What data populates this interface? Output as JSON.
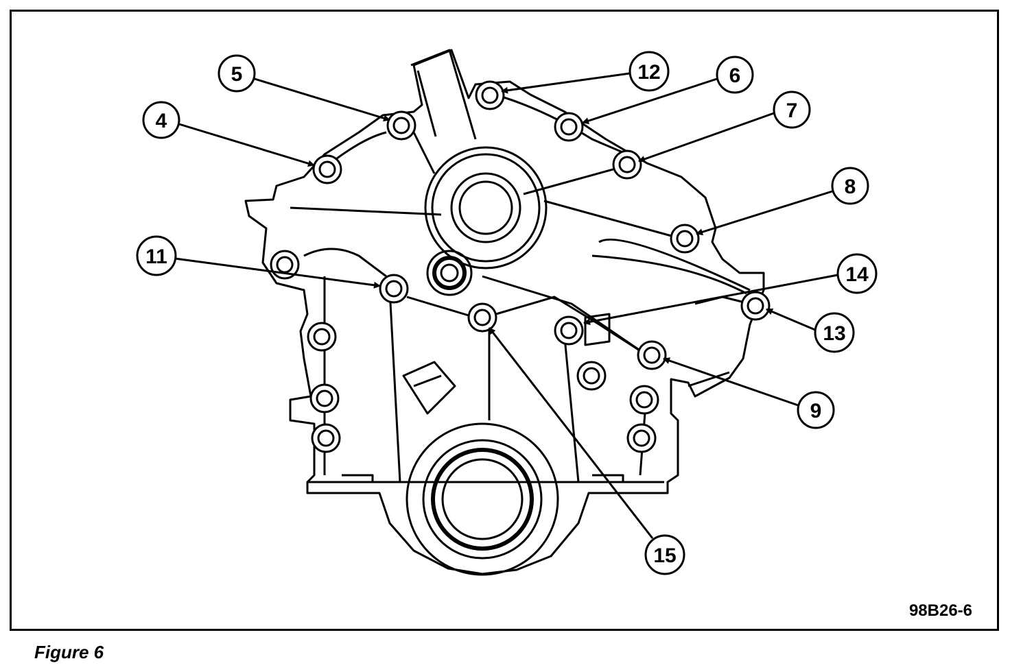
{
  "figure": {
    "caption": "Figure 6",
    "drawing_id": "98B26-6"
  },
  "callouts": [
    {
      "label": "4"
    },
    {
      "label": "5"
    },
    {
      "label": "6"
    },
    {
      "label": "7"
    },
    {
      "label": "8"
    },
    {
      "label": "9"
    },
    {
      "label": "11"
    },
    {
      "label": "12"
    },
    {
      "label": "13"
    },
    {
      "label": "14"
    },
    {
      "label": "15"
    }
  ]
}
